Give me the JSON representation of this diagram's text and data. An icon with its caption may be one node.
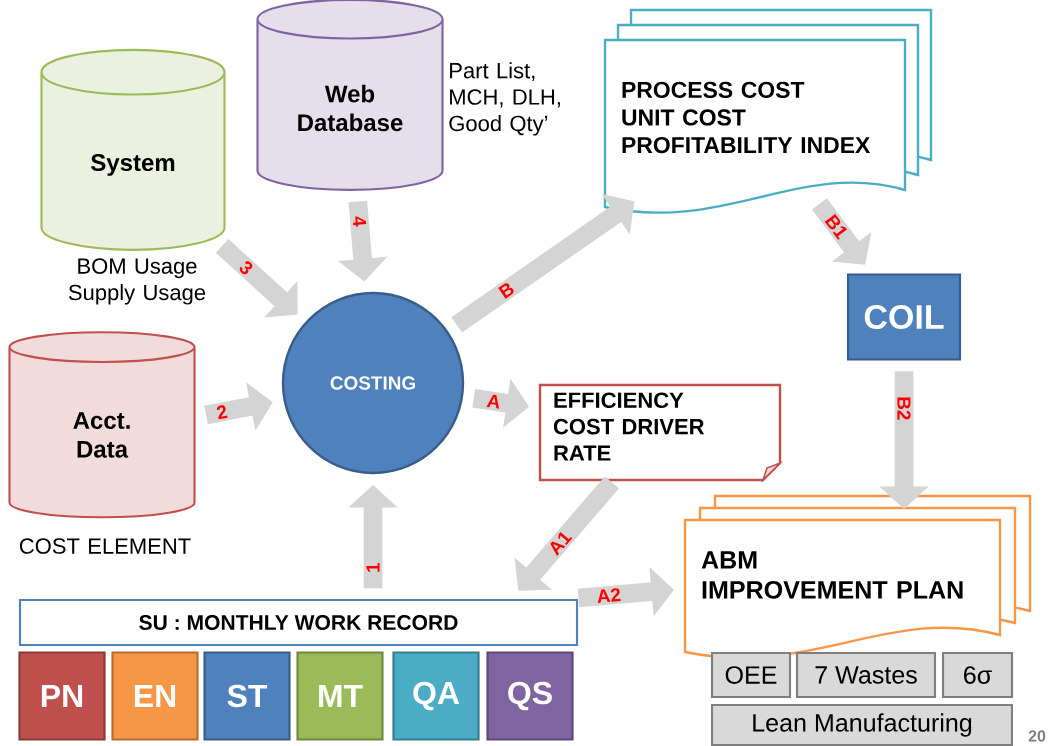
{
  "diagram": {
    "nodes": [
      {
        "text": [
          "Web Database"
        ],
        "beside": [
          "Part List, MCH, DLH, Good Qty’"
        ]
      },
      {
        "text": [
          "System"
        ],
        "beside": [
          "BOM Usage Supply Usage"
        ]
      },
      {
        "text": [
          "Acct. Data"
        ],
        "beside": [
          "COST ELEMENT"
        ]
      },
      {
        "text": [
          "COSTING"
        ]
      },
      {
        "text": [
          "PROCESS COST",
          "UNIT COST",
          "PROFITABILITY INDEX"
        ]
      },
      {
        "text": [
          "COIL"
        ]
      },
      {
        "text": [
          "EFFICIENCY",
          "COST DRIVER RATE"
        ]
      },
      {
        "text": [
          "ABM",
          "IMPROVEMENT PLAN"
        ]
      },
      {
        "text": [
          "SU : MONTHLY WORK RECORD"
        ]
      },
      {
        "text": [
          "PN"
        ]
      },
      {
        "text": [
          "EN"
        ]
      },
      {
        "text": [
          "ST"
        ]
      },
      {
        "text": [
          "MT"
        ]
      },
      {
        "text": [
          "QA"
        ]
      },
      {
        "text": [
          "QS"
        ]
      },
      {
        "text": [
          "OEE"
        ]
      },
      {
        "text": [
          "7 Wastes"
        ]
      },
      {
        "text": [
          "6σ"
        ]
      },
      {
        "text": [
          "Lean Manufacturing"
        ]
      }
    ],
    "edges": [
      {
        "from": 8,
        "to": 3,
        "arrow": "to",
        "label": "1"
      },
      {
        "from": 2,
        "to": 3,
        "arrow": "to",
        "label": "2"
      },
      {
        "from": 1,
        "to": 3,
        "arrow": "to",
        "label": "3"
      },
      {
        "from": 0,
        "to": 3,
        "arrow": "to",
        "label": "4"
      },
      {
        "from": 3,
        "to": 4,
        "arrow": "to",
        "label": "B"
      },
      {
        "from": 3,
        "to": 6,
        "arrow": "to",
        "label": "A"
      },
      {
        "from": 4,
        "to": 5,
        "arrow": "to",
        "label": "B1"
      },
      {
        "from": 5,
        "to": 7,
        "arrow": "to",
        "label": "B2"
      },
      {
        "from": 6,
        "to": 8,
        "arrow": "to",
        "label": "A1"
      },
      {
        "from": 8,
        "to": 7,
        "arrow": "to",
        "label": "A2"
      }
    ],
    "labels": [
      "20"
    ]
  }
}
